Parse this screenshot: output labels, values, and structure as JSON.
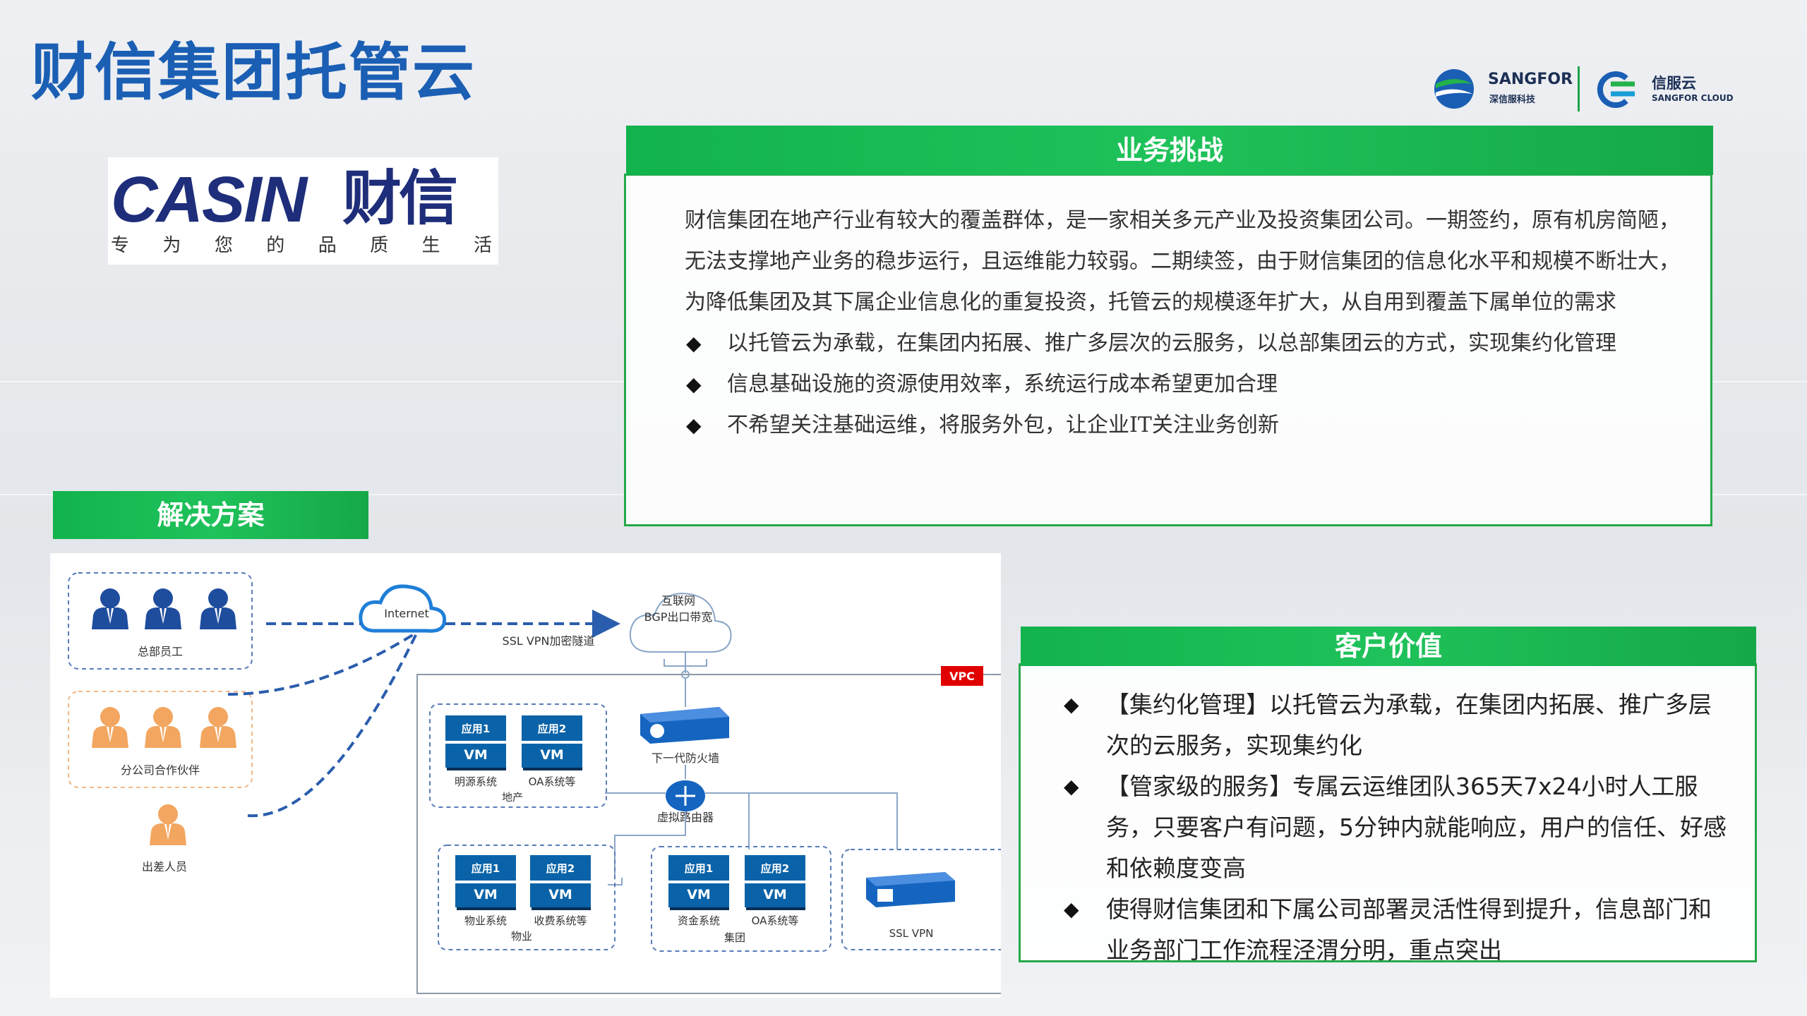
{
  "title": "财信集团托管云",
  "logos": {
    "sangfor_name": "SANGFOR",
    "sangfor_sub": "深信服科技",
    "cloud_name": "信服云",
    "cloud_sub": "SANGFOR CLOUD"
  },
  "casin": {
    "word": "CASIN",
    "cn": "财信",
    "slogan": [
      "专",
      "为",
      "您",
      "的",
      "品",
      "质",
      "生",
      "活"
    ]
  },
  "challenge": {
    "header": "业务挑战",
    "intro": "财信集团在地产行业有较大的覆盖群体，是一家相关多元产业及投资集团公司。一期签约，原有机房简陋，无法支撑地产业务的稳步运行，且运维能力较弱。二期续签，由于财信集团的信息化水平和规模不断壮大，为降低集团及其下属企业信息化的重复投资，托管云的规模逐年扩大，从自用到覆盖下属单位的需求",
    "bullets": [
      "以托管云为承载，在集团内拓展、推广多层次的云服务，以总部集团云的方式，实现集约化管理",
      "信息基础设施的资源使用效率，系统运行成本希望更加合理",
      "不希望关注基础运维，将服务外包，让企业IT关注业务创新"
    ]
  },
  "solution": {
    "header": "解决方案",
    "diagram": {
      "hq_staff": "总部员工",
      "branch_partner": "分公司合作伙伴",
      "traveler": "出差人员",
      "internet": "Internet",
      "ssl_tunnel": "SSL VPN加密隧道",
      "isp_line1": "互联网",
      "isp_line2": "BGP出口带宽",
      "vpc": "VPC",
      "firewall": "下一代防火墙",
      "router": "虚拟路由器",
      "app1": "应用1",
      "app2": "应用2",
      "vm": "VM",
      "realestate_sys1": "明源系统",
      "realestate_sys2": "OA系统等",
      "realestate": "地产",
      "property_sys1": "物业系统",
      "property_sys2": "收费系统等",
      "property": "物业",
      "group_sys1": "资金系统",
      "group_sys2": "OA系统等",
      "group": "集团",
      "ssl_vpn": "SSL VPN"
    }
  },
  "value": {
    "header": "客户价值",
    "bullets": [
      "【集约化管理】以托管云为承载，在集团内拓展、推广多层次的云服务，实现集约化",
      "【管家级的服务】专属云运维团队365天7x24小时人工服务，只要客户有问题，5分钟内就能响应，用户的信任、好感和依赖度变高",
      "使得财信集团和下属公司部署灵活性得到提升，信息部门和业务部门工作流程泾渭分明，重点突出"
    ]
  },
  "colors": {
    "title_blue": "#1b5fb4",
    "green": "#1ebf57",
    "person_blue": "#1f4d9e",
    "person_orange": "#f2a660",
    "vm_blue": "#0a63a8"
  }
}
